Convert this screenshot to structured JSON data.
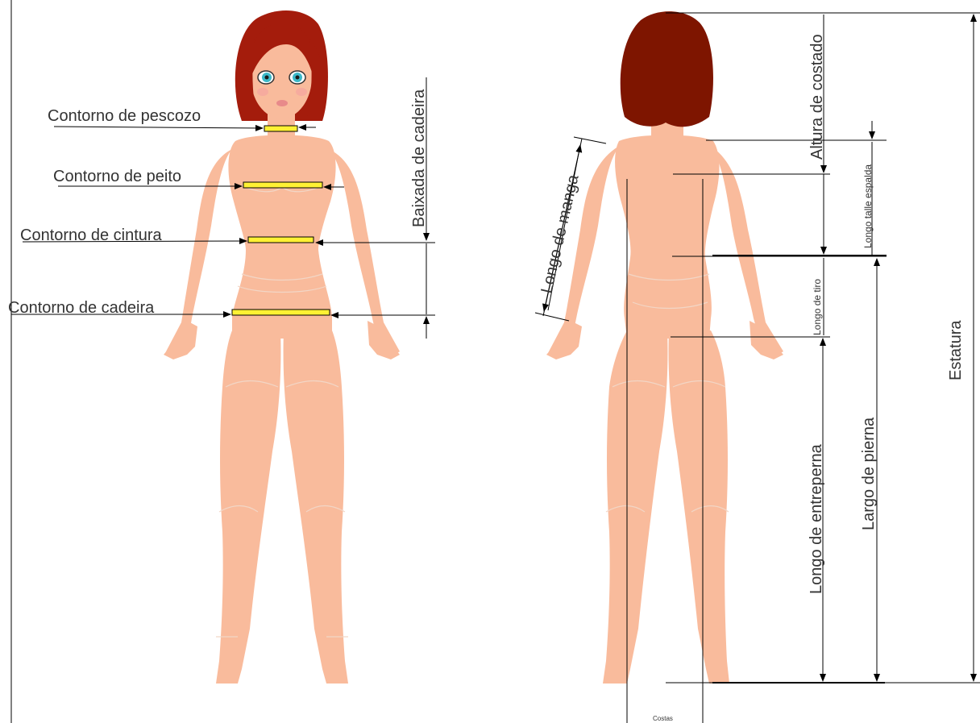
{
  "front_labels": {
    "neck": "Contorno de pescozo",
    "chest": "Contorno de peito",
    "waist": "Contorno de cintura",
    "hip": "Contorno de cadeira",
    "hip_drop": "Baixada de cadeira"
  },
  "back_labels": {
    "sleeve": "Longo de manga",
    "side_height": "Altura de costado",
    "back_length": "Longo talle espalda",
    "rise": "Longo de tiro",
    "inseam": "Longo de entreperna",
    "leg_length": "Largo de pierna",
    "height": "Estatura",
    "back_caption": "Costas"
  },
  "colors": {
    "skin": "#F9BB9C",
    "skin_line": "#F2D6C6",
    "hair": "#A41C0C",
    "hair_back": "#7E1500",
    "tape": "#FFF134",
    "line": "#000000",
    "text": "#333333"
  }
}
